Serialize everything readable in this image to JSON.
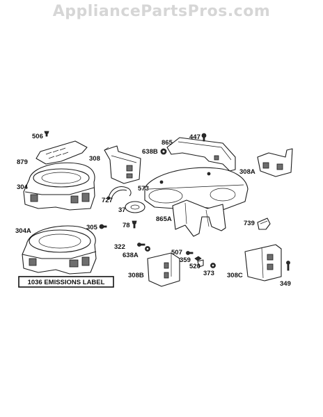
{
  "watermark": "AppliancePartsPros.com",
  "parts": {
    "p506": "506",
    "p879": "879",
    "p308": "308",
    "p865": "865",
    "p447": "447",
    "p638B": "638B",
    "p308A": "308A",
    "p304": "304",
    "p573": "573",
    "p727": "727",
    "p37": "37",
    "p78": "78",
    "p865A": "865A",
    "p739": "739",
    "p304A": "304A",
    "p305": "305",
    "p322": "322",
    "p638A": "638A",
    "p507": "507",
    "p359": "359",
    "p520": "520",
    "p373": "373",
    "p308B": "308B",
    "p308C": "308C",
    "p349": "349"
  },
  "emissions_label": "1036 EMISSIONS LABEL"
}
